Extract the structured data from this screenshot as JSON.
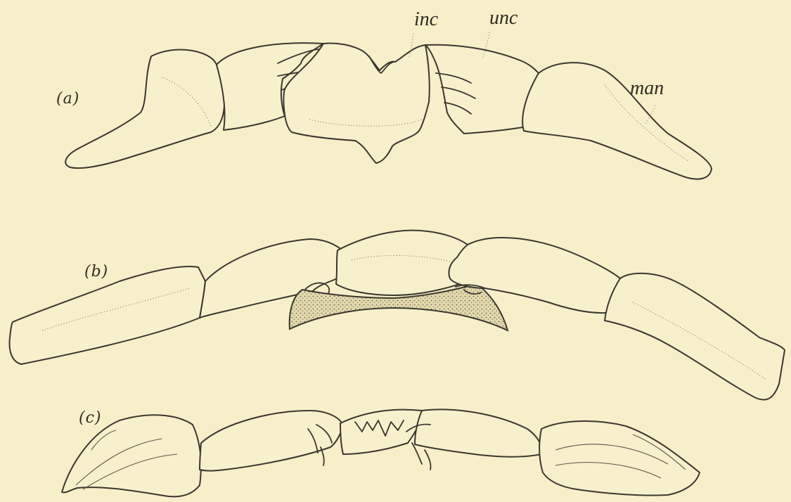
{
  "figure": {
    "panels": [
      {
        "id": "a",
        "label": "(a)"
      },
      {
        "id": "b",
        "label": "(b)"
      },
      {
        "id": "c",
        "label": "(c)"
      }
    ],
    "annotations": [
      {
        "id": "inc",
        "text": "inc"
      },
      {
        "id": "unc",
        "text": "unc"
      },
      {
        "id": "man",
        "text": "man"
      }
    ]
  },
  "colors": {
    "paper": "#f6efc9",
    "ink": "#3a372f"
  }
}
